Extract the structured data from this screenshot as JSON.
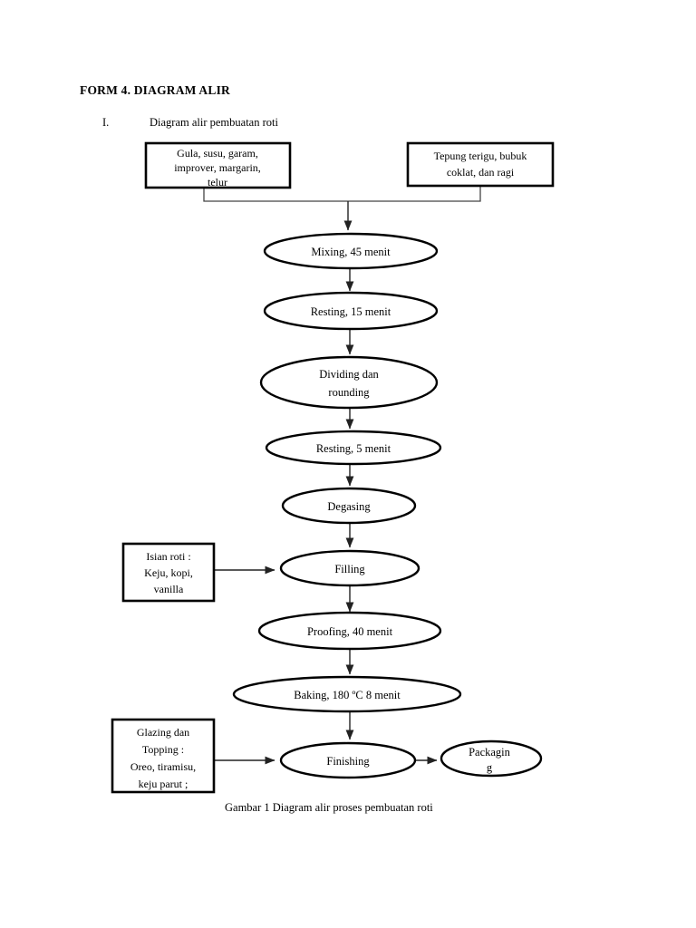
{
  "document": {
    "title": "FORM 4. DIAGRAM ALIR",
    "list_marker": "I.",
    "list_item": "Diagram alir pembuatan roti",
    "caption": "Gambar 1 Diagram alir proses pembuatan roti"
  },
  "chart_data": {
    "type": "diagram",
    "title": "Diagram alir pembuatan roti",
    "diagram_kind": "flowchart",
    "orientation": "top-to-bottom",
    "nodes": [
      {
        "id": "ingredients_wet",
        "shape": "rectangle",
        "lines": [
          "Gula, susu, garam,",
          "improver, margarin,",
          "telur"
        ]
      },
      {
        "id": "ingredients_dry",
        "shape": "rectangle",
        "lines": [
          "Tepung terigu, bubuk",
          "coklat, dan ragi"
        ]
      },
      {
        "id": "mixing",
        "shape": "ellipse",
        "lines": [
          "Mixing, 45 menit"
        ]
      },
      {
        "id": "resting1",
        "shape": "ellipse",
        "lines": [
          "Resting, 15 menit"
        ]
      },
      {
        "id": "dividing",
        "shape": "ellipse",
        "lines": [
          "Dividing dan",
          "rounding"
        ]
      },
      {
        "id": "resting2",
        "shape": "ellipse",
        "lines": [
          "Resting, 5 menit"
        ]
      },
      {
        "id": "degasing",
        "shape": "ellipse",
        "lines": [
          "Degasing"
        ]
      },
      {
        "id": "isian",
        "shape": "rectangle",
        "lines": [
          "Isian roti :",
          "Keju, kopi,",
          "vanilla"
        ]
      },
      {
        "id": "filling",
        "shape": "ellipse",
        "lines": [
          "Filling"
        ]
      },
      {
        "id": "proofing",
        "shape": "ellipse",
        "lines": [
          "Proofing, 40 menit"
        ]
      },
      {
        "id": "baking",
        "shape": "ellipse",
        "lines": [
          "Baking, 180 ºC 8 menit"
        ]
      },
      {
        "id": "glazing",
        "shape": "rectangle",
        "lines": [
          "Glazing dan",
          "Topping :",
          "Oreo, tiramisu,",
          "keju parut ;"
        ]
      },
      {
        "id": "finishing",
        "shape": "ellipse",
        "lines": [
          "Finishing"
        ]
      },
      {
        "id": "packaging",
        "shape": "ellipse",
        "lines": [
          "Packagin",
          "g"
        ]
      }
    ],
    "edges": [
      {
        "from": "ingredients_wet",
        "to": "mixing",
        "style": "elbow-merge"
      },
      {
        "from": "ingredients_dry",
        "to": "mixing",
        "style": "elbow-merge"
      },
      {
        "from": "mixing",
        "to": "resting1",
        "style": "arrow-down"
      },
      {
        "from": "resting1",
        "to": "dividing",
        "style": "arrow-down"
      },
      {
        "from": "dividing",
        "to": "resting2",
        "style": "arrow-down"
      },
      {
        "from": "resting2",
        "to": "degasing",
        "style": "arrow-down"
      },
      {
        "from": "degasing",
        "to": "filling",
        "style": "arrow-down"
      },
      {
        "from": "isian",
        "to": "filling",
        "style": "arrow-right"
      },
      {
        "from": "filling",
        "to": "proofing",
        "style": "arrow-down"
      },
      {
        "from": "proofing",
        "to": "baking",
        "style": "arrow-down"
      },
      {
        "from": "baking",
        "to": "finishing",
        "style": "arrow-down"
      },
      {
        "from": "glazing",
        "to": "finishing",
        "style": "arrow-right"
      },
      {
        "from": "finishing",
        "to": "packaging",
        "style": "arrow-right"
      }
    ]
  },
  "nodes": {
    "ingredients_wet": {
      "line1": "Gula, susu, garam,",
      "line2": "improver, margarin,",
      "line3": "telur"
    },
    "ingredients_dry": {
      "line1": "Tepung terigu, bubuk",
      "line2": "coklat, dan ragi"
    },
    "mixing": {
      "line1": "Mixing, 45 menit"
    },
    "resting1": {
      "line1": "Resting, 15 menit"
    },
    "dividing": {
      "line1": "Dividing dan",
      "line2": "rounding"
    },
    "resting2": {
      "line1": "Resting, 5 menit"
    },
    "degasing": {
      "line1": "Degasing"
    },
    "isian": {
      "line1": "Isian roti :",
      "line2": "Keju, kopi,",
      "line3": "vanilla"
    },
    "filling": {
      "line1": "Filling"
    },
    "proofing": {
      "line1": "Proofing, 40 menit"
    },
    "baking": {
      "line1": "Baking, 180 ºC 8 menit"
    },
    "glazing": {
      "line1": "Glazing dan",
      "line2": "Topping :",
      "line3": "Oreo, tiramisu,",
      "line4": "keju parut ;"
    },
    "finishing": {
      "line1": "Finishing"
    },
    "packaging": {
      "line1": "Packagin",
      "line2": "g"
    }
  },
  "colors": {
    "page_background": "#ffffff",
    "ink": "#000000",
    "connector": "#444444"
  }
}
